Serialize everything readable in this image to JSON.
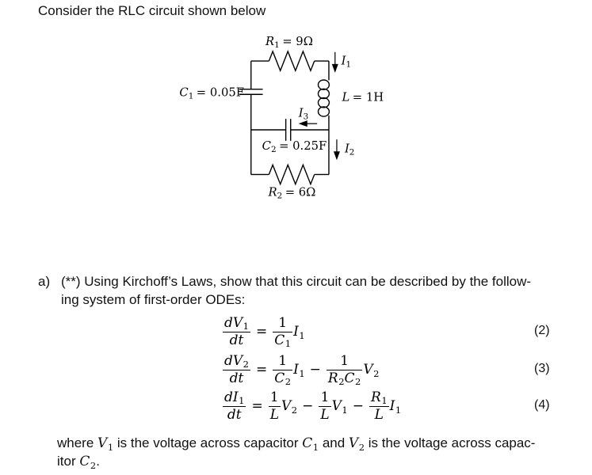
{
  "page": {
    "background": "#ffffff",
    "ink": "#000000"
  },
  "title": "Consider the RLC circuit shown below",
  "circuit": {
    "labels": {
      "r1": {
        "sym": "R",
        "sub": "1",
        "rest": "= 9Ω"
      },
      "c1": {
        "sym": "C",
        "sub": "1",
        "rest": "= 0.05F"
      },
      "l": {
        "sym": "L",
        "rest": "= 1H"
      },
      "c2": {
        "sym": "C",
        "sub": "2",
        "rest": "= 0.25F"
      },
      "r2": {
        "sym": "R",
        "sub": "2",
        "rest": "= 6Ω"
      },
      "i1": {
        "sym": "I",
        "sub": "1"
      },
      "i2": {
        "sym": "I",
        "sub": "2"
      },
      "i3": {
        "sym": "I",
        "sub": "3"
      }
    }
  },
  "problem": {
    "item_label": "a)",
    "line1": "(**) Using Kirchoff’s Laws, show that this circuit can be described by the follow-",
    "line2": "ing system of first-order ODEs:"
  },
  "equations": [
    {
      "tag": "(2)",
      "tokens": [
        {
          "t": "f",
          "num": [
            {
              "t": "i",
              "v": "dV",
              "sub": "1"
            }
          ],
          "den": [
            {
              "t": "i",
              "v": "dt"
            }
          ]
        },
        {
          "t": "o",
          "v": "="
        },
        {
          "t": "f",
          "num": [
            {
              "t": "n",
              "v": "1"
            }
          ],
          "den": [
            {
              "t": "i",
              "v": "C",
              "sub": "1"
            }
          ]
        },
        {
          "t": "i",
          "v": "I",
          "sub": "1"
        }
      ]
    },
    {
      "tag": "(3)",
      "tokens": [
        {
          "t": "f",
          "num": [
            {
              "t": "i",
              "v": "dV",
              "sub": "2"
            }
          ],
          "den": [
            {
              "t": "i",
              "v": "dt"
            }
          ]
        },
        {
          "t": "o",
          "v": "="
        },
        {
          "t": "f",
          "num": [
            {
              "t": "n",
              "v": "1"
            }
          ],
          "den": [
            {
              "t": "i",
              "v": "C",
              "sub": "2"
            }
          ]
        },
        {
          "t": "i",
          "v": "I",
          "sub": "1"
        },
        {
          "t": "o",
          "v": "−"
        },
        {
          "t": "f",
          "num": [
            {
              "t": "n",
              "v": "1"
            }
          ],
          "den": [
            {
              "t": "i",
              "v": "R",
              "sub": "2"
            },
            {
              "t": "i",
              "v": "C",
              "sub": "2"
            }
          ]
        },
        {
          "t": "i",
          "v": "V",
          "sub": "2"
        }
      ]
    },
    {
      "tag": "(4)",
      "tokens": [
        {
          "t": "f",
          "num": [
            {
              "t": "i",
              "v": "dI",
              "sub": "1"
            }
          ],
          "den": [
            {
              "t": "i",
              "v": "dt"
            }
          ]
        },
        {
          "t": "o",
          "v": "="
        },
        {
          "t": "f",
          "num": [
            {
              "t": "n",
              "v": "1"
            }
          ],
          "den": [
            {
              "t": "i",
              "v": "L"
            }
          ]
        },
        {
          "t": "i",
          "v": "V",
          "sub": "2"
        },
        {
          "t": "o",
          "v": "−"
        },
        {
          "t": "f",
          "num": [
            {
              "t": "n",
              "v": "1"
            }
          ],
          "den": [
            {
              "t": "i",
              "v": "L"
            }
          ]
        },
        {
          "t": "i",
          "v": "V",
          "sub": "1"
        },
        {
          "t": "o",
          "v": "−"
        },
        {
          "t": "f",
          "num": [
            {
              "t": "i",
              "v": "R",
              "sub": "1"
            }
          ],
          "den": [
            {
              "t": "i",
              "v": "L"
            }
          ]
        },
        {
          "t": "i",
          "v": "I",
          "sub": "1"
        }
      ]
    }
  ],
  "footer": {
    "line1_tokens": [
      {
        "t": "x",
        "v": "where "
      },
      {
        "t": "i",
        "v": "V",
        "sub": "1"
      },
      {
        "t": "x",
        "v": " is the voltage across capacitor "
      },
      {
        "t": "i",
        "v": "C",
        "sub": "1"
      },
      {
        "t": "x",
        "v": " and "
      },
      {
        "t": "i",
        "v": "V",
        "sub": "2"
      },
      {
        "t": "x",
        "v": " is the voltage across capac-"
      }
    ],
    "line2_tokens": [
      {
        "t": "x",
        "v": "itor "
      },
      {
        "t": "i",
        "v": "C",
        "sub": "2"
      },
      {
        "t": "x",
        "v": "."
      }
    ]
  }
}
